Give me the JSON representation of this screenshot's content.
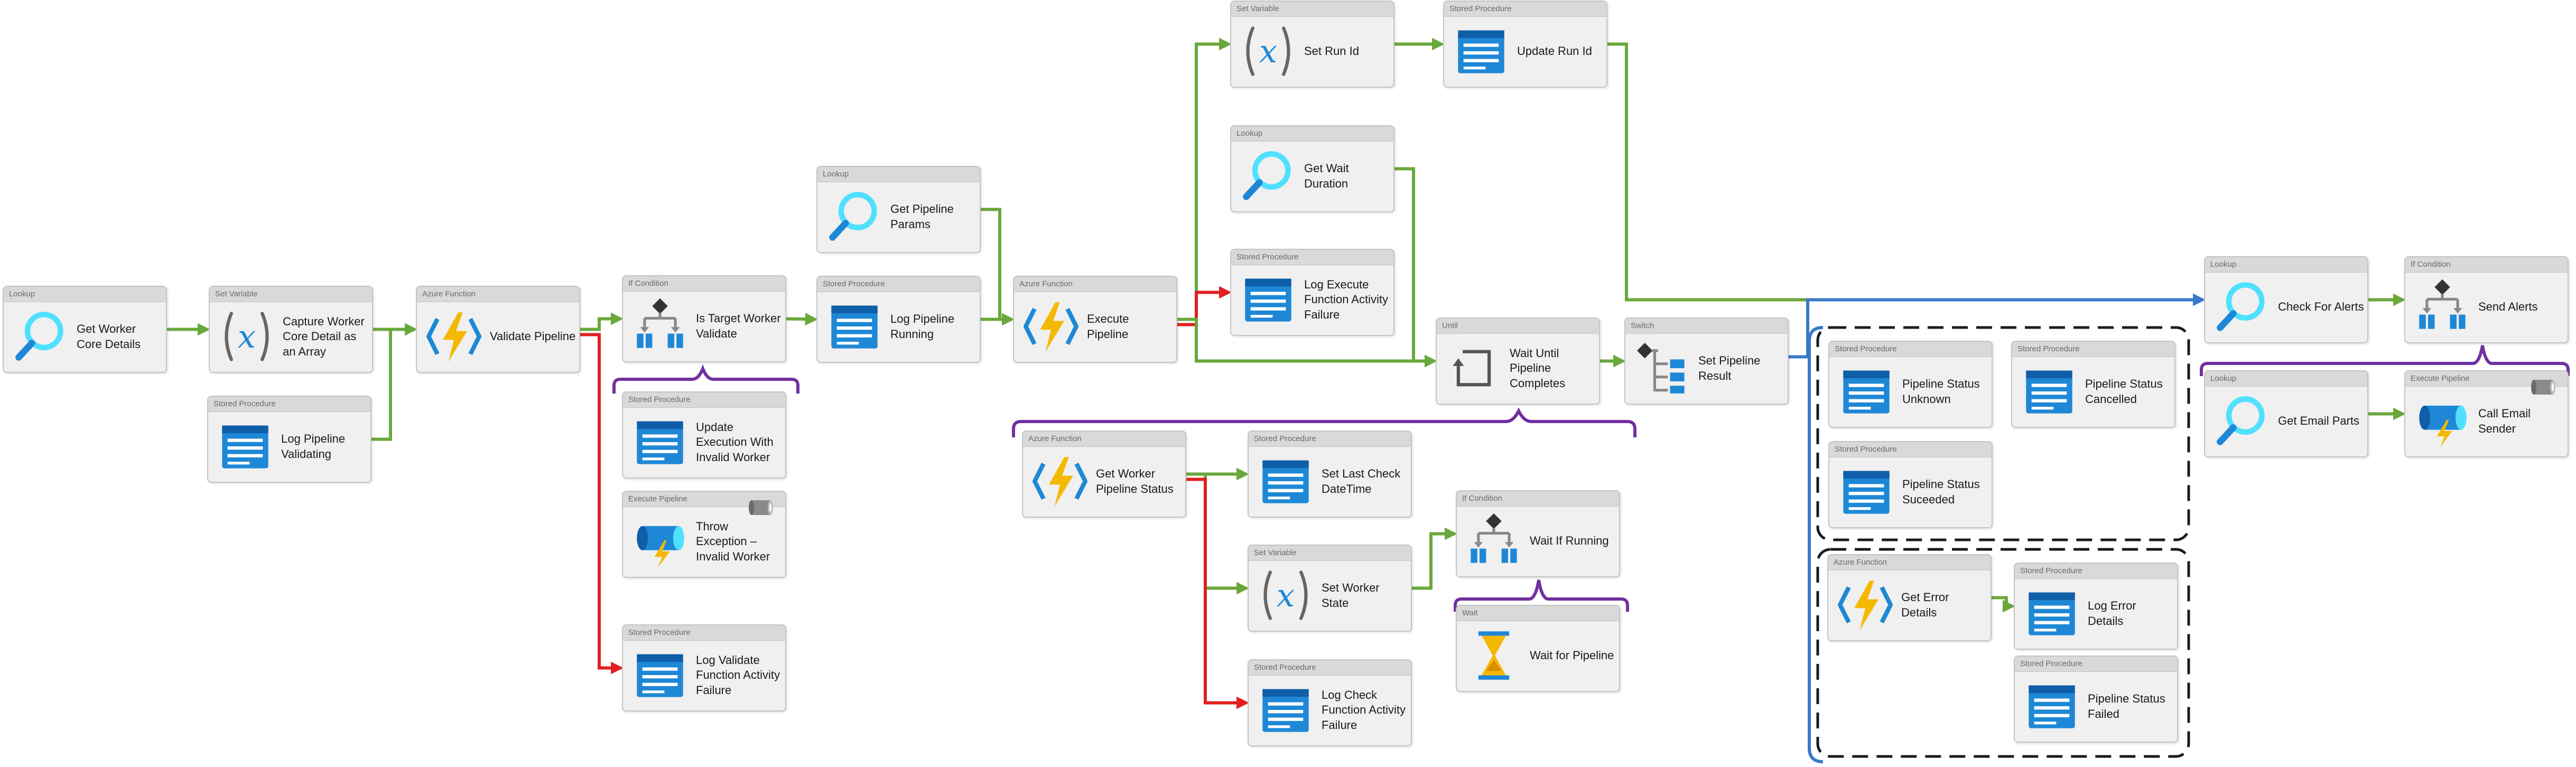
{
  "activities": [
    {
      "id": "a1",
      "type": "Lookup",
      "label": "Get Worker Core Details",
      "icon": "lookup-icon"
    },
    {
      "id": "a2",
      "type": "Set Variable",
      "label": "Capture Worker Core Detail as an Array",
      "icon": "variable-icon"
    },
    {
      "id": "a3",
      "type": "Stored Procedure",
      "label": "Log Pipeline Validating",
      "icon": "stored-procedure-icon"
    },
    {
      "id": "a4",
      "type": "Azure Function",
      "label": "Validate Pipeline",
      "icon": "azure-function-icon"
    },
    {
      "id": "a5",
      "type": "If Condition",
      "label": "Is Target Worker Validate",
      "icon": "if-condition-icon"
    },
    {
      "id": "a6",
      "type": "Stored Procedure",
      "label": "Update Execution With Invalid Worker",
      "icon": "stored-procedure-icon"
    },
    {
      "id": "a7",
      "type": "Execute Pipeline",
      "label": "Throw Exception – Invalid Worker",
      "icon": "execute-pipeline-icon"
    },
    {
      "id": "a8",
      "type": "Stored Procedure",
      "label": "Log Validate Function Activity Failure",
      "icon": "stored-procedure-icon"
    },
    {
      "id": "a9",
      "type": "Lookup",
      "label": "Get Pipeline Params",
      "icon": "lookup-icon"
    },
    {
      "id": "a10",
      "type": "Stored Procedure",
      "label": "Log Pipeline Running",
      "icon": "stored-procedure-icon"
    },
    {
      "id": "a11",
      "type": "Azure Function",
      "label": "Execute Pipeline",
      "icon": "azure-function-icon"
    },
    {
      "id": "a12",
      "type": "Set Variable",
      "label": "Set Run Id",
      "icon": "variable-icon"
    },
    {
      "id": "a13",
      "type": "Stored Procedure",
      "label": "Update Run Id",
      "icon": "stored-procedure-icon"
    },
    {
      "id": "a14",
      "type": "Lookup",
      "label": "Get Wait Duration",
      "icon": "lookup-icon"
    },
    {
      "id": "a15",
      "type": "Stored Procedure",
      "label": "Log Execute Function Activity Failure",
      "icon": "stored-procedure-icon"
    },
    {
      "id": "a16",
      "type": "Until",
      "label": "Wait Until Pipeline Completes",
      "icon": "until-icon"
    },
    {
      "id": "a17",
      "type": "Azure Function",
      "label": "Get Worker Pipeline Status",
      "icon": "azure-function-icon"
    },
    {
      "id": "a18",
      "type": "Stored Procedure",
      "label": "Set Last Check DateTime",
      "icon": "stored-procedure-icon"
    },
    {
      "id": "a19",
      "type": "Set Variable",
      "label": "Set Worker State",
      "icon": "variable-icon"
    },
    {
      "id": "a20",
      "type": "If Condition",
      "label": "Wait If Running",
      "icon": "if-condition-icon"
    },
    {
      "id": "a21",
      "type": "Wait",
      "label": "Wait for Pipeline",
      "icon": "hourglass-icon"
    },
    {
      "id": "a22",
      "type": "Stored Procedure",
      "label": "Log Check Function Activity Failure",
      "icon": "stored-procedure-icon"
    },
    {
      "id": "a23",
      "type": "Switch",
      "label": "Set Pipeline Result",
      "icon": "switch-icon"
    },
    {
      "id": "a24",
      "type": "Stored Procedure",
      "label": "Pipeline Status Unknown",
      "icon": "stored-procedure-icon"
    },
    {
      "id": "a25",
      "type": "Stored Procedure",
      "label": "Pipeline Status Cancelled",
      "icon": "stored-procedure-icon"
    },
    {
      "id": "a26",
      "type": "Stored Procedure",
      "label": "Pipeline Status Suceeded",
      "icon": "stored-procedure-icon"
    },
    {
      "id": "a27",
      "type": "Azure Function",
      "label": "Get Error Details",
      "icon": "azure-function-icon"
    },
    {
      "id": "a28",
      "type": "Stored Procedure",
      "label": "Log Error Details",
      "icon": "stored-procedure-icon"
    },
    {
      "id": "a29",
      "type": "Stored Procedure",
      "label": "Pipeline Status Failed",
      "icon": "stored-procedure-icon"
    },
    {
      "id": "a30",
      "type": "Lookup",
      "label": "Check For Alerts",
      "icon": "lookup-icon"
    },
    {
      "id": "a31",
      "type": "If Condition",
      "label": "Send Alerts",
      "icon": "if-condition-icon"
    },
    {
      "id": "a32",
      "type": "Lookup",
      "label": "Get Email Parts",
      "icon": "lookup-icon"
    },
    {
      "id": "a33",
      "type": "Execute Pipeline",
      "label": "Call Email Sender",
      "icon": "execute-pipeline-icon"
    }
  ],
  "connections": [
    {
      "from": "a1",
      "to": "a2",
      "kind": "success"
    },
    {
      "from": "a2",
      "to": "a4",
      "kind": "success"
    },
    {
      "from": "a3",
      "to": "a4",
      "kind": "success"
    },
    {
      "from": "a4",
      "to": "a5",
      "kind": "success"
    },
    {
      "from": "a4",
      "to": "a8",
      "kind": "failure"
    },
    {
      "from": "a5",
      "to": "a10",
      "kind": "success"
    },
    {
      "from": "a9",
      "to": "a11",
      "kind": "success"
    },
    {
      "from": "a10",
      "to": "a11",
      "kind": "success"
    },
    {
      "from": "a11",
      "to": "a12",
      "kind": "success"
    },
    {
      "from": "a11",
      "to": "a15",
      "kind": "failure"
    },
    {
      "from": "a11",
      "to": "a16",
      "kind": "success"
    },
    {
      "from": "a12",
      "to": "a13",
      "kind": "success"
    },
    {
      "from": "a13",
      "to": "a30",
      "kind": "success"
    },
    {
      "from": "a14",
      "to": "a16",
      "kind": "success"
    },
    {
      "from": "a16",
      "to": "a23",
      "kind": "success"
    },
    {
      "from": "a23",
      "to": "a30",
      "kind": "completion"
    },
    {
      "from": "a17",
      "to": "a18",
      "kind": "success"
    },
    {
      "from": "a17",
      "to": "a19",
      "kind": "success"
    },
    {
      "from": "a17",
      "to": "a22",
      "kind": "failure"
    },
    {
      "from": "a19",
      "to": "a20",
      "kind": "success"
    },
    {
      "from": "a27",
      "to": "a28",
      "kind": "success"
    },
    {
      "from": "a30",
      "to": "a31",
      "kind": "success"
    },
    {
      "from": "a32",
      "to": "a33",
      "kind": "success"
    }
  ],
  "colors": {
    "success": "#6aa83c",
    "failure": "#e02020",
    "completion": "#3a78c9",
    "container_brace": "#7030a0",
    "case_box": "#1a1a1a",
    "icon_blue": "#1e88d6",
    "icon_cyan": "#50e0ff",
    "function_yellow": "#f5b800"
  }
}
